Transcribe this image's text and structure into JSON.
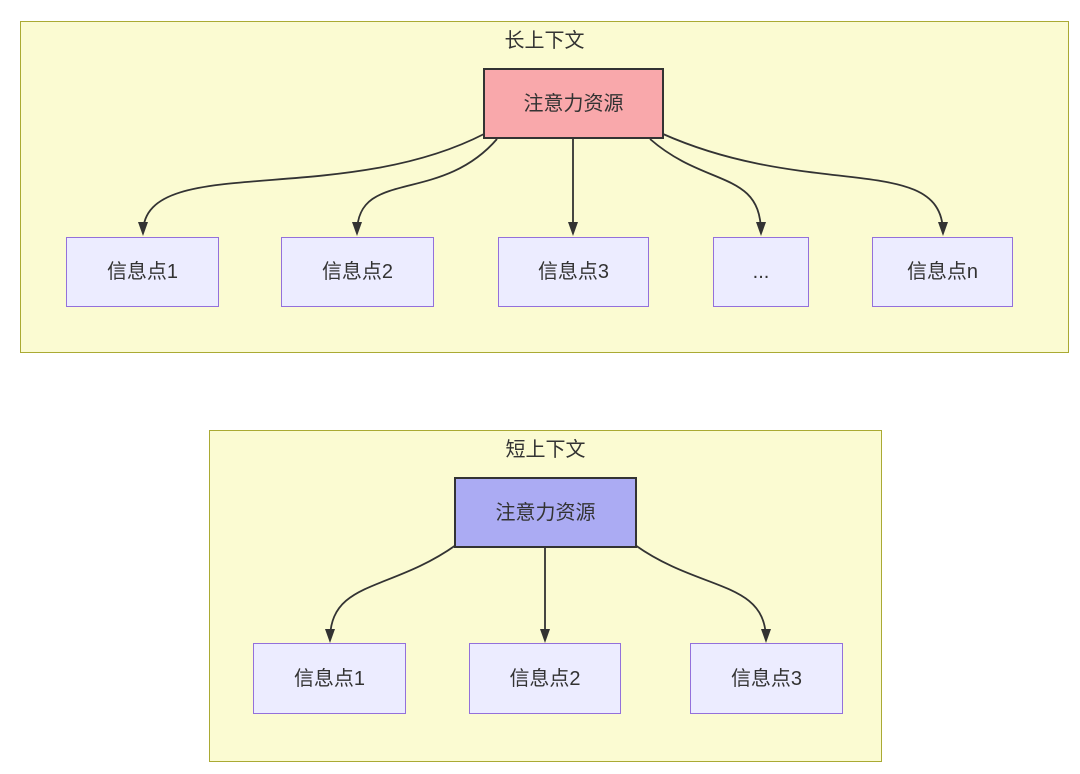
{
  "colors": {
    "cluster_fill": "#FBFBD2",
    "cluster_border": "#AAAA33",
    "node_fill": "#ECECFF",
    "node_border": "#9370DB",
    "attention_long_fill": "#F9A8AB",
    "attention_short_fill": "#ABABF3",
    "attention_border": "#333333",
    "edge_color": "#333333",
    "text_color": "#333333"
  },
  "long_context": {
    "title": "长上下文",
    "attention_label": "注意力资源",
    "info_points": [
      "信息点1",
      "信息点2",
      "信息点3",
      "...",
      "信息点n"
    ]
  },
  "short_context": {
    "title": "短上下文",
    "attention_label": "注意力资源",
    "info_points": [
      "信息点1",
      "信息点2",
      "信息点3"
    ]
  }
}
